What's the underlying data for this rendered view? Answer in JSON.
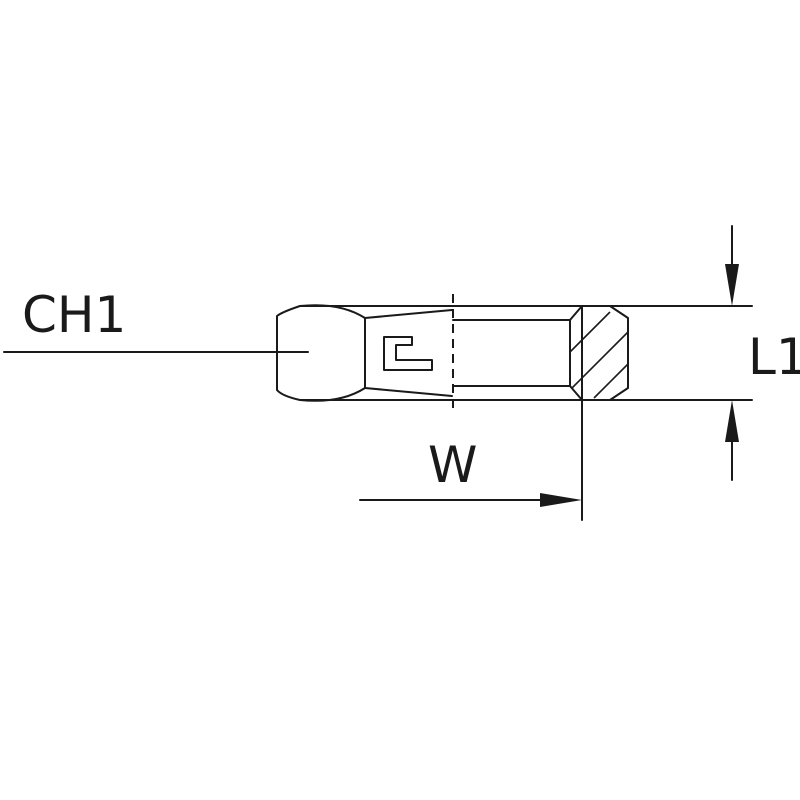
{
  "labels": {
    "chamfer": "CH1",
    "width": "W",
    "length": "L1"
  },
  "colors": {
    "line": "#1a1a1a",
    "background": "#ffffff"
  }
}
